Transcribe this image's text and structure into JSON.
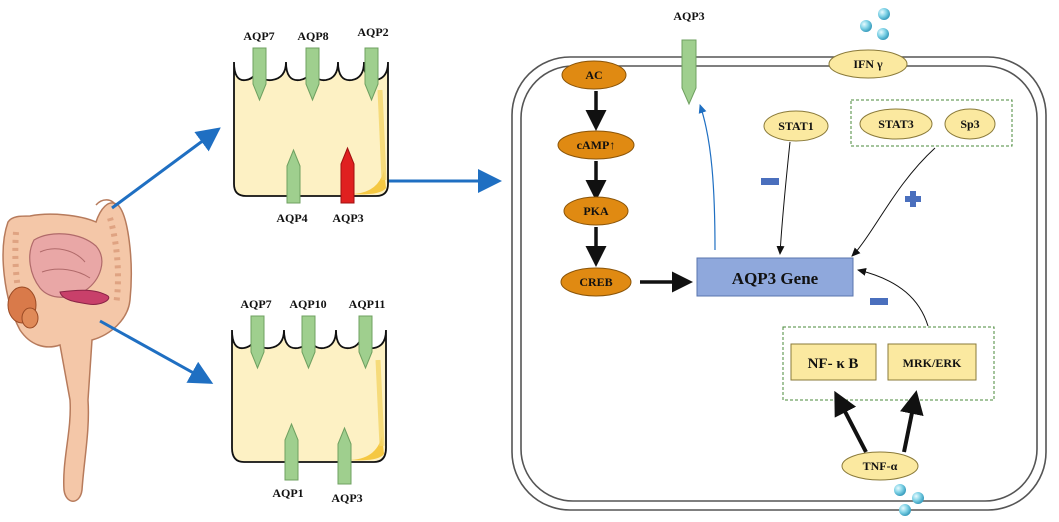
{
  "colon_top": {
    "channels_top": [
      "AQP7",
      "AQP8",
      "AQP2"
    ],
    "channels_bottom": [
      "AQP4",
      "AQP3"
    ]
  },
  "colon_bottom": {
    "channels_top": [
      "AQP7",
      "AQP10",
      "AQP11"
    ],
    "channels_bottom": [
      "AQP1",
      "AQP3"
    ]
  },
  "cell": {
    "membrane_channel": "AQP3",
    "ifn": "IFN γ",
    "pathway": [
      "AC",
      "cAMP↑",
      "PKA",
      "CREB"
    ],
    "stat1": "STAT1",
    "stat3": "STAT3",
    "sp3": "Sp3",
    "gene": "AQP3 Gene",
    "nfkb": "NF- κ B",
    "mrk": "MRK/ERK",
    "tnf": "TNF-α"
  },
  "colors": {
    "cytoplasm": "#fdf1c4",
    "channel_green": "#9fcf8e",
    "channel_red": "#e02020",
    "pathway_orange": "#e08a12",
    "signal_yellow": "#fbe9a0",
    "gene_blue": "#8fa8dc",
    "arrow_blue": "#1f6fc2",
    "sign_blue": "#4a6fbd"
  }
}
